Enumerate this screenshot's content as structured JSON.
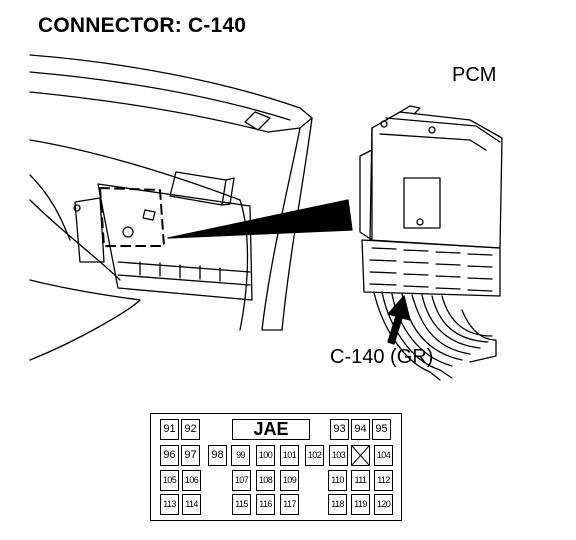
{
  "title": "CONNECTOR: C-140",
  "labels": {
    "pcm": "PCM",
    "connector": "C-140 (GR)"
  },
  "connector_face": {
    "maker": "JAE",
    "row1_left": [
      "91",
      "92"
    ],
    "row1_right": [
      "93",
      "94",
      "95"
    ],
    "row2": [
      "96",
      "97",
      "98",
      "99",
      "100",
      "101",
      "102",
      "103",
      "",
      "104"
    ],
    "row3_left": [
      "105",
      "106"
    ],
    "row3_mid": [
      "107",
      "108",
      "109"
    ],
    "row3_right": [
      "110",
      "111",
      "112"
    ],
    "row4_left": [
      "113",
      "114"
    ],
    "row4_mid": [
      "115",
      "116",
      "117"
    ],
    "row4_right": [
      "118",
      "119",
      "120"
    ]
  }
}
